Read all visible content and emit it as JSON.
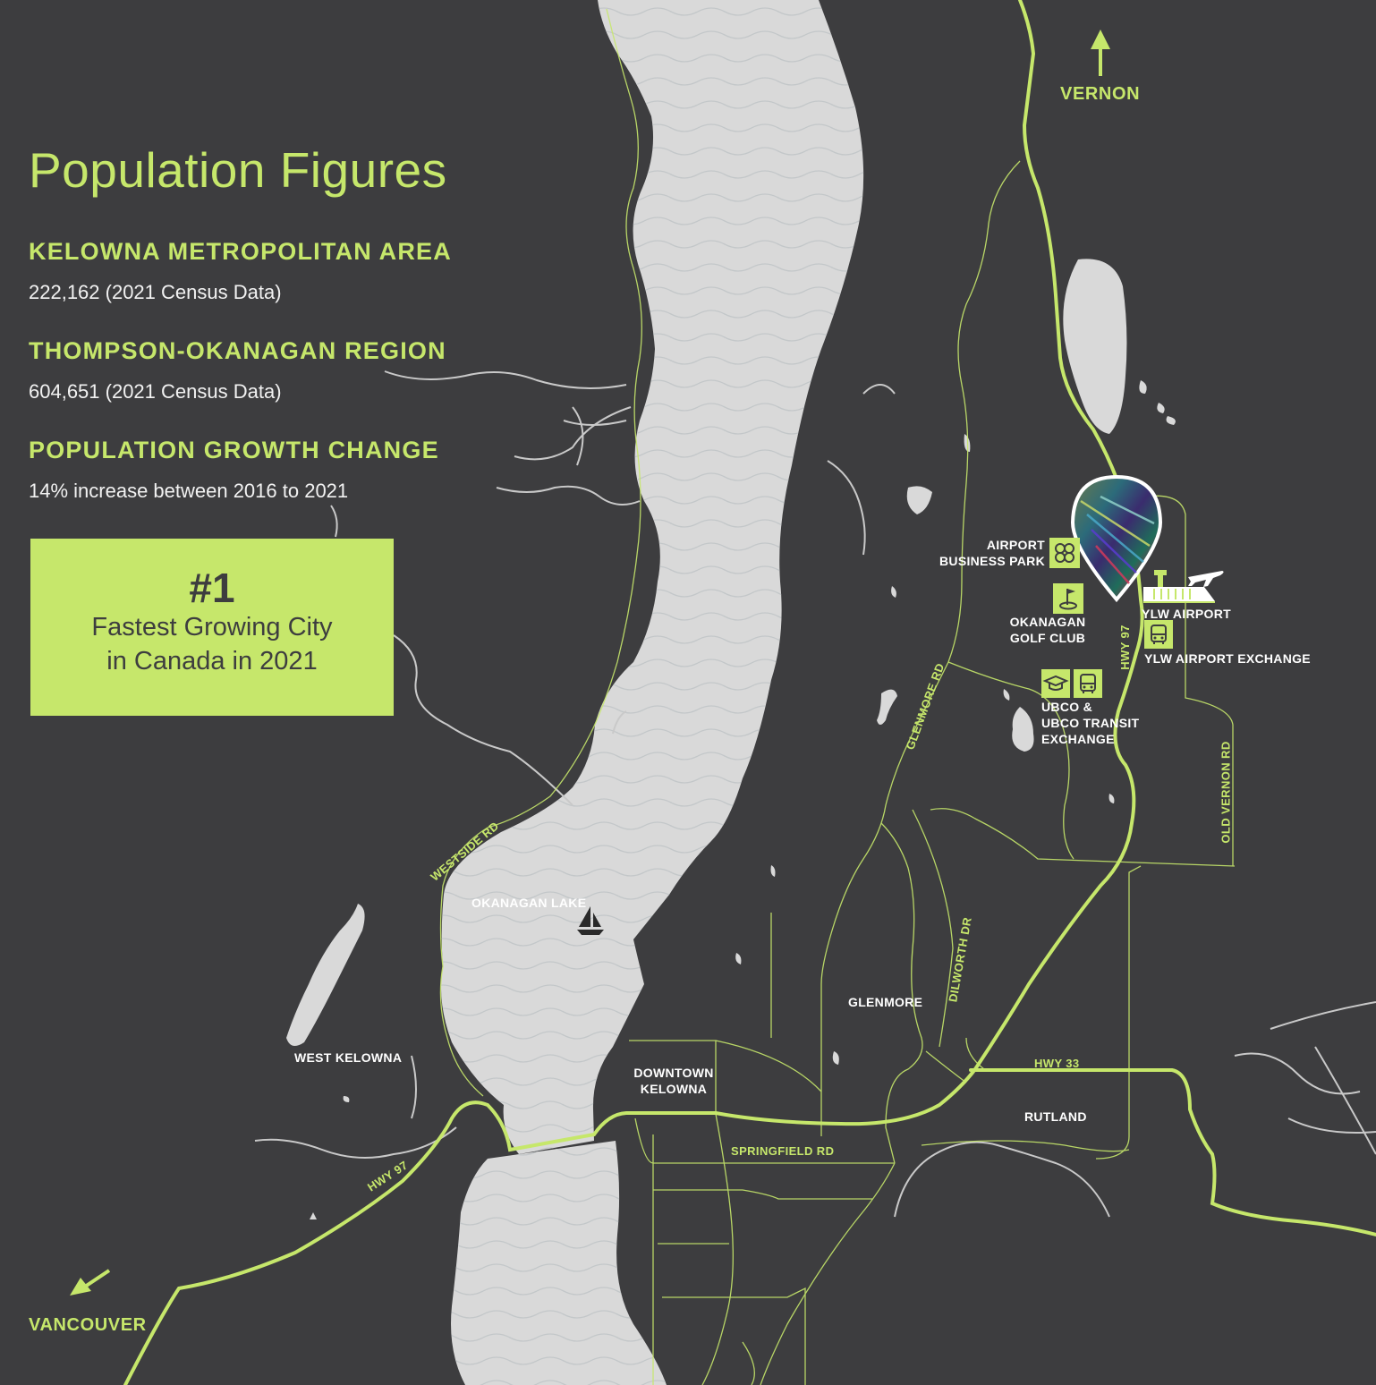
{
  "title": "Population Figures",
  "stats": [
    {
      "heading": "KELOWNA METROPOLITAN AREA",
      "value": "222,162 (2021 Census Data)"
    },
    {
      "heading": "THOMPSON-OKANAGAN REGION",
      "value": "604,651 (2021 Census Data)"
    },
    {
      "heading": "POPULATION GROWTH CHANGE",
      "value": "14% increase between 2016 to 2021"
    }
  ],
  "callout": {
    "rank": "#1",
    "line1": "Fastest Growing City",
    "line2": "in Canada in 2021"
  },
  "directions": {
    "north": "VERNON",
    "southwest": "VANCOUVER"
  },
  "places": {
    "lake": "OKANAGAN LAKE",
    "west_kelowna": "WEST KELOWNA",
    "downtown_1": "DOWNTOWN",
    "downtown_2": "KELOWNA",
    "glenmore": "GLENMORE",
    "rutland": "RUTLAND",
    "airport_bp_1": "AIRPORT",
    "airport_bp_2": "BUSINESS PARK",
    "golf_1": "OKANAGAN",
    "golf_2": "GOLF CLUB",
    "ylw_airport": "YLW AIRPORT",
    "ylw_exchange": "YLW AIRPORT EXCHANGE",
    "ubco_1": "UBCO &",
    "ubco_2": "UBCO TRANSIT",
    "ubco_3": "EXCHANGE"
  },
  "roads": {
    "westside": "WESTSIDE RD",
    "hwy97_sw": "HWY 97",
    "hwy97_n": "HWY 97",
    "glenmore_rd": "GLENMORE RD",
    "dilworth": "DILWORTH DR",
    "old_vernon": "OLD VERNON RD",
    "hwy33": "HWY 33",
    "springfield": "SPRINGFIELD RD"
  },
  "icons": [
    "business-park-icon",
    "golf-flag-icon",
    "airport-tower-icon",
    "airplane-icon",
    "bus-icon",
    "graduation-cap-icon",
    "location-pin-icon",
    "sailboat-icon",
    "arrow-north-icon",
    "arrow-southwest-icon"
  ],
  "colors": {
    "background": "#3d3d3f",
    "accent": "#c6e76b",
    "water": "#d9d9d9",
    "text": "#f2f2f2"
  }
}
